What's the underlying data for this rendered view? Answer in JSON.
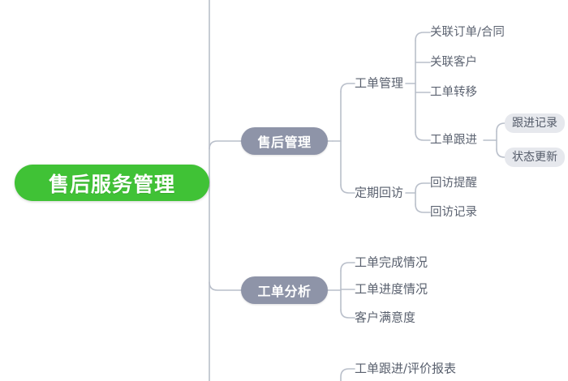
{
  "diagram": {
    "type": "mindmap",
    "title": "售后服务管理",
    "orientation": "left-to-right",
    "colors": {
      "root_fill": "#40c236",
      "root_text": "#ffffff",
      "branch_fill": "#8e94a8",
      "branch_text": "#ffffff",
      "leaf_text": "#5d6472",
      "leaf_box_fill": "#e6e8ed",
      "connector": "#b9bfca",
      "background": "#ffffff"
    }
  },
  "root": {
    "label": "售后服务管理"
  },
  "branches": [
    {
      "label": "售后管理",
      "children": [
        {
          "label": "工单管理",
          "children": [
            {
              "label": "关联订单/合同"
            },
            {
              "label": "关联客户"
            },
            {
              "label": "工单转移"
            },
            {
              "label": "工单跟进",
              "children": [
                {
                  "label": "跟进记录",
                  "boxed": true
                },
                {
                  "label": "状态更新",
                  "boxed": true
                }
              ]
            }
          ]
        },
        {
          "label": "定期回访",
          "children": [
            {
              "label": "回访提醒"
            },
            {
              "label": "回访记录"
            }
          ]
        }
      ]
    },
    {
      "label": "工单分析",
      "children": [
        {
          "label": "工单完成情况"
        },
        {
          "label": "工单进度情况"
        },
        {
          "label": "客户满意度"
        }
      ]
    },
    {
      "label": "",
      "children": [
        {
          "label": "工单跟进/评价报表"
        }
      ]
    }
  ],
  "nodes": {
    "root": "售后服务管理",
    "b1": "售后管理",
    "b1c1": "工单管理",
    "b1c1g1": "关联订单/合同",
    "b1c1g2": "关联客户",
    "b1c1g3": "工单转移",
    "b1c1g4": "工单跟进",
    "b1c1g4h1": "跟进记录",
    "b1c1g4h2": "状态更新",
    "b1c2": "定期回访",
    "b1c2g1": "回访提醒",
    "b1c2g2": "回访记录",
    "b2": "工单分析",
    "b2c1": "工单完成情况",
    "b2c2": "工单进度情况",
    "b2c3": "客户满意度",
    "b3c1": "工单跟进/评价报表"
  }
}
